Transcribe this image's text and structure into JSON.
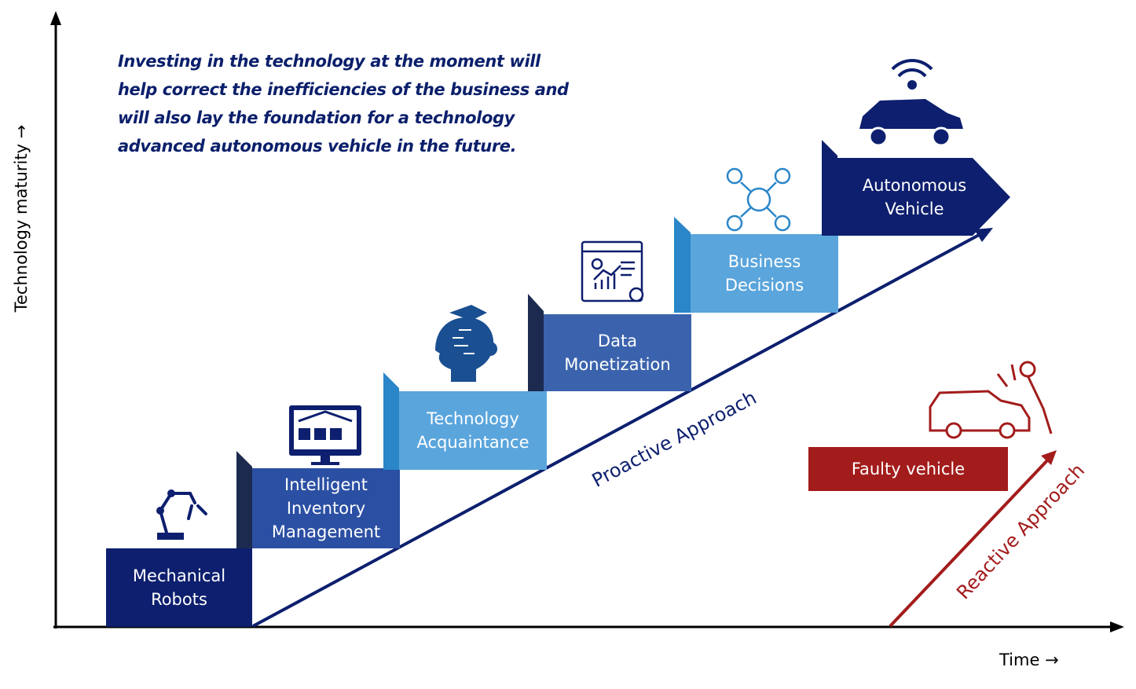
{
  "quote": [
    "Investing in the technology at the moment will",
    "help correct the inefficiencies of the business and",
    "will also lay the foundation for a technology",
    "advanced autonomous vehicle in the future."
  ],
  "axes": {
    "y_label": "Technology maturity →",
    "x_label": "Time →"
  },
  "steps": [
    {
      "lines": [
        "Mechanical",
        "Robots"
      ],
      "icon": "robot-arm-icon",
      "color": "#0d1f6e"
    },
    {
      "lines": [
        "Intelligent",
        "Inventory",
        "Management"
      ],
      "icon": "warehouse-monitor-icon",
      "color": "#2b4fa3"
    },
    {
      "lines": [
        "Technology",
        "Acquaintance"
      ],
      "icon": "ai-head-icon",
      "color": "#5aa5dc"
    },
    {
      "lines": [
        "Data",
        "Monetization"
      ],
      "icon": "analytics-dashboard-icon",
      "color": "#3b63ad"
    },
    {
      "lines": [
        "Business",
        "Decisions"
      ],
      "icon": "money-network-icon",
      "color": "#5aa5dc"
    },
    {
      "lines": [
        "Autonomous",
        "Vehicle"
      ],
      "icon": "connected-car-icon",
      "color": "#0d1f6e"
    }
  ],
  "proactive_label": "Proactive Approach",
  "reactive_label": "Reactive Approach",
  "faulty_label": "Faulty vehicle",
  "colors": {
    "navy": "#0d1f6e",
    "red": "#a31c1c",
    "ink": "#0b1f6b"
  }
}
